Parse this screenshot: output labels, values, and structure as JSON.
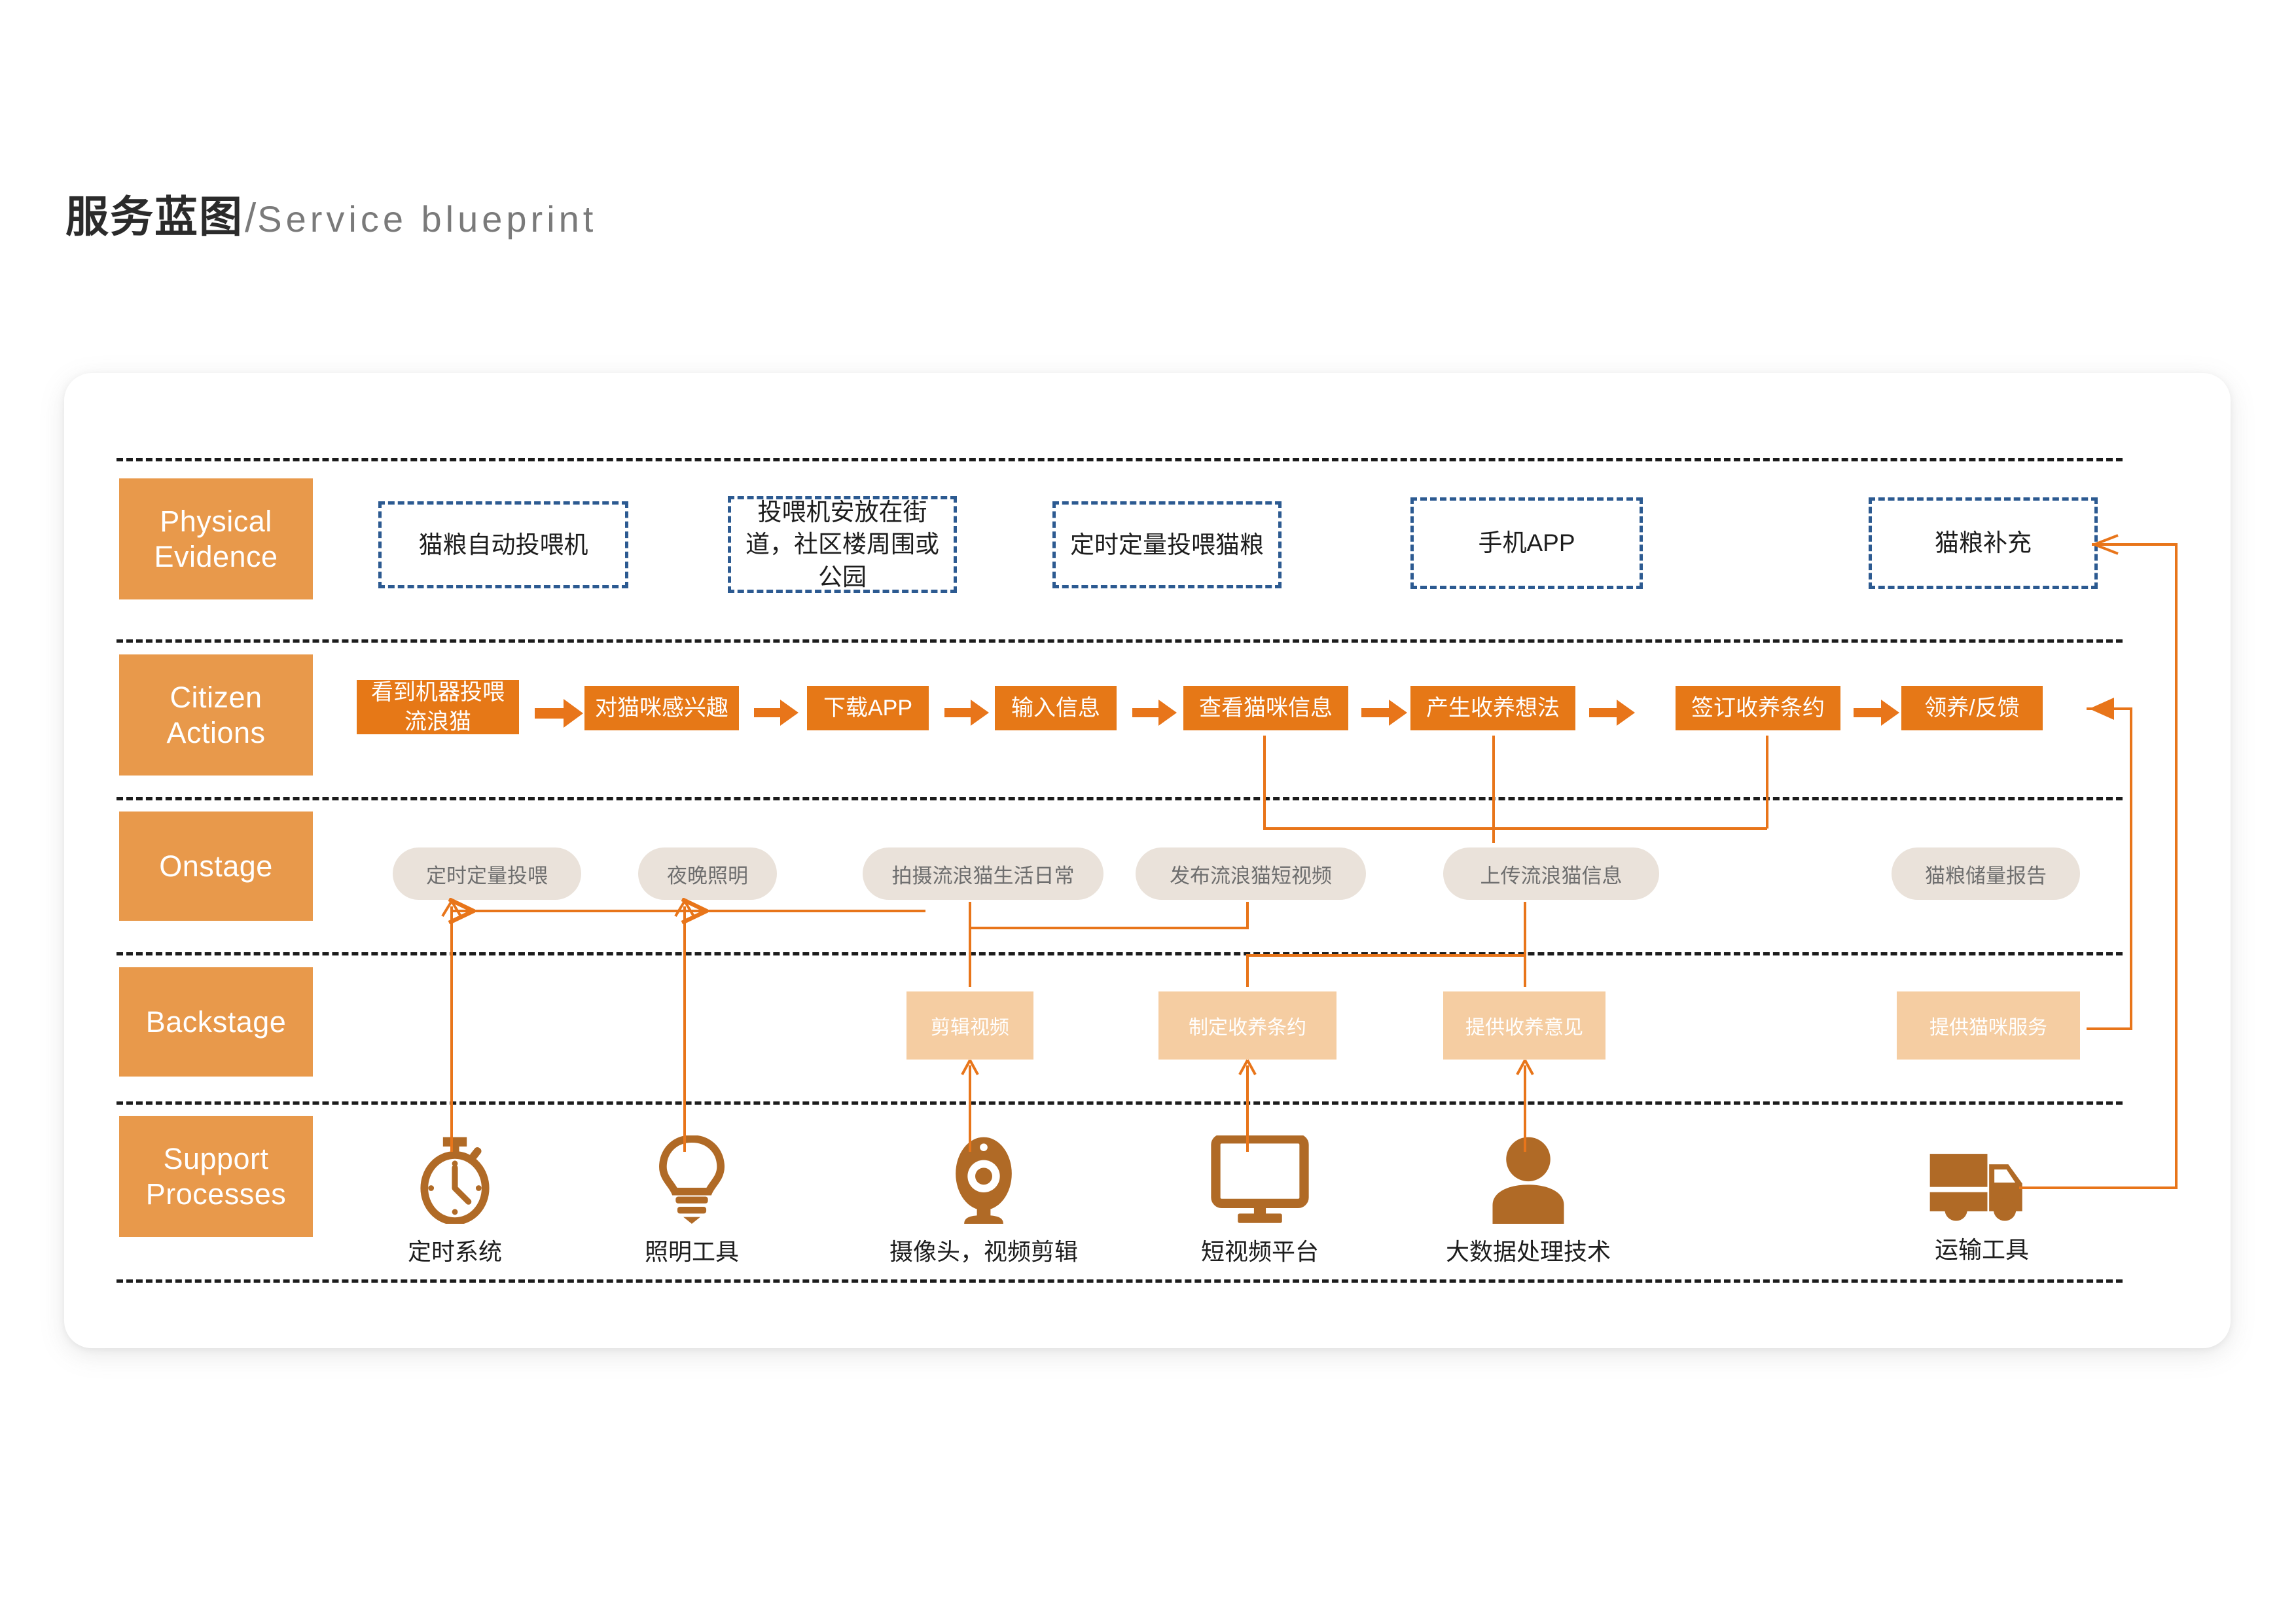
{
  "header": {
    "title_cn": "服务蓝图",
    "separator": "/",
    "title_en": "Service blueprint"
  },
  "colors": {
    "row_label_bg": "#E8994B",
    "citizen_action_bg": "#E67817",
    "onstage_bg": "#EAE2DA",
    "backstage_bg": "#F5CDA2",
    "physical_evidence_border": "#2C5A91",
    "connector": "#E8751A",
    "icon": "#B06A26",
    "separator": "#1C1C1C"
  },
  "rows": [
    {
      "id": "physical-evidence",
      "label_line1": "Physical",
      "label_line2": "Evidence"
    },
    {
      "id": "citizen-actions",
      "label_line1": "Citizen",
      "label_line2": "Actions"
    },
    {
      "id": "onstage",
      "label_line1": "Onstage",
      "label_line2": ""
    },
    {
      "id": "backstage",
      "label_line1": "Backstage",
      "label_line2": ""
    },
    {
      "id": "support-processes",
      "label_line1": "Support",
      "label_line2": "Processes"
    }
  ],
  "physical_evidence": [
    {
      "text": "猫粮自动投喂机"
    },
    {
      "text": "投喂机安放在街道，社区楼周围或公园"
    },
    {
      "text": "定时定量投喂猫粮"
    },
    {
      "text": "手机APP"
    },
    {
      "text": "猫粮补充"
    }
  ],
  "citizen_actions": [
    {
      "text": "看到机器投喂流浪猫"
    },
    {
      "text": "对猫咪感兴趣"
    },
    {
      "text": "下载APP"
    },
    {
      "text": "输入信息"
    },
    {
      "text": "查看猫咪信息"
    },
    {
      "text": "产生收养想法"
    },
    {
      "text": "签订收养条约"
    },
    {
      "text": "领养/反馈"
    }
  ],
  "onstage": [
    {
      "text": "定时定量投喂"
    },
    {
      "text": "夜晚照明"
    },
    {
      "text": "拍摄流浪猫生活日常"
    },
    {
      "text": "发布流浪猫短视频"
    },
    {
      "text": "上传流浪猫信息"
    },
    {
      "text": "猫粮储量报告"
    }
  ],
  "backstage": [
    {
      "text": "剪辑视频"
    },
    {
      "text": "制定收养条约"
    },
    {
      "text": "提供收养意见"
    },
    {
      "text": "提供猫咪服务"
    }
  ],
  "support_processes": [
    {
      "icon": "stopwatch-icon",
      "text": "定时系统"
    },
    {
      "icon": "lightbulb-icon",
      "text": "照明工具"
    },
    {
      "icon": "webcam-icon",
      "text": "摄像头，视频剪辑"
    },
    {
      "icon": "monitor-icon",
      "text": "短视频平台"
    },
    {
      "icon": "person-icon",
      "text": "大数据处理技术"
    },
    {
      "icon": "truck-icon",
      "text": "运输工具"
    }
  ]
}
